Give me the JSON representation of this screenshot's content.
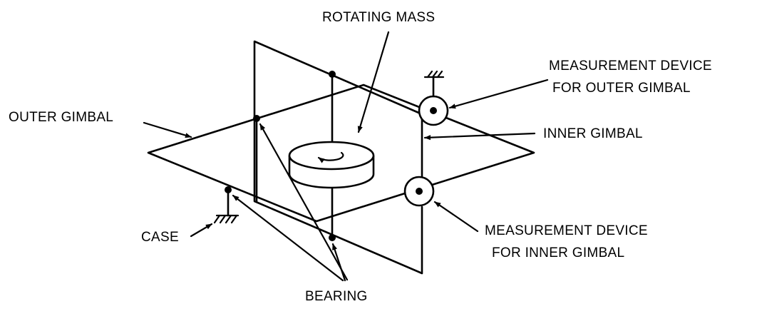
{
  "labels": {
    "rotating_mass": "ROTATING MASS",
    "measurement_outer_line1": "MEASUREMENT DEVICE",
    "measurement_outer_line2": "FOR OUTER GIMBAL",
    "outer_gimbal": "OUTER GIMBAL",
    "inner_gimbal": "INNER GIMBAL",
    "case": "CASE",
    "measurement_inner_line1": "MEASUREMENT DEVICE",
    "measurement_inner_line2": "FOR INNER GIMBAL",
    "bearing": "BEARING"
  }
}
